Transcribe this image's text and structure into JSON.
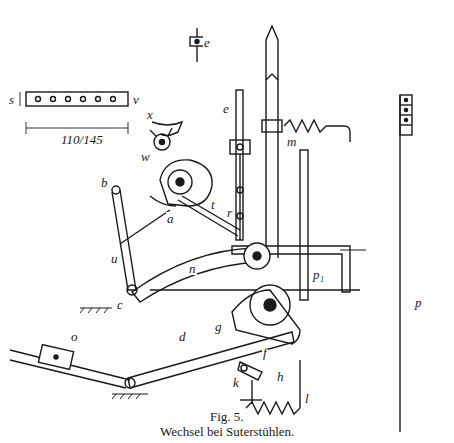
{
  "diagram": {
    "caption": "Wechsel bei Suterstühlen.",
    "labels": [
      "e",
      "s",
      "v",
      "110/145",
      "x",
      "w",
      "e",
      "m",
      "b",
      "a",
      "t",
      "u",
      "n",
      "r",
      "p₁",
      "c",
      "d",
      "g",
      "o",
      "p",
      "f",
      "k",
      "h",
      "l",
      "Fig. 5."
    ]
  }
}
